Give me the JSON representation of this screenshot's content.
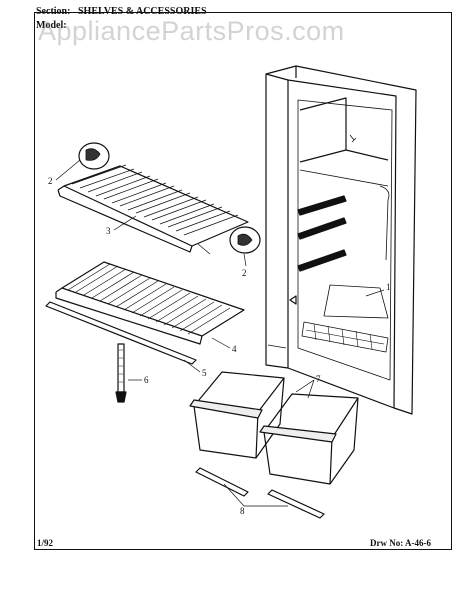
{
  "header": {
    "section_label": "Section:",
    "section_title": "SHELVES & ACCESSORIES",
    "model_label": "Model:"
  },
  "watermark": "AppliancePartsPros.com",
  "footer": {
    "date": "1/92",
    "drawing_number": "Drw No: A-46-6"
  },
  "callouts": [
    "1",
    "2",
    "2",
    "3",
    "4",
    "5",
    "6",
    "7",
    "8"
  ],
  "colors": {
    "ink": "#111111",
    "paper": "#ffffff",
    "watermark": "#8c8c8c"
  }
}
